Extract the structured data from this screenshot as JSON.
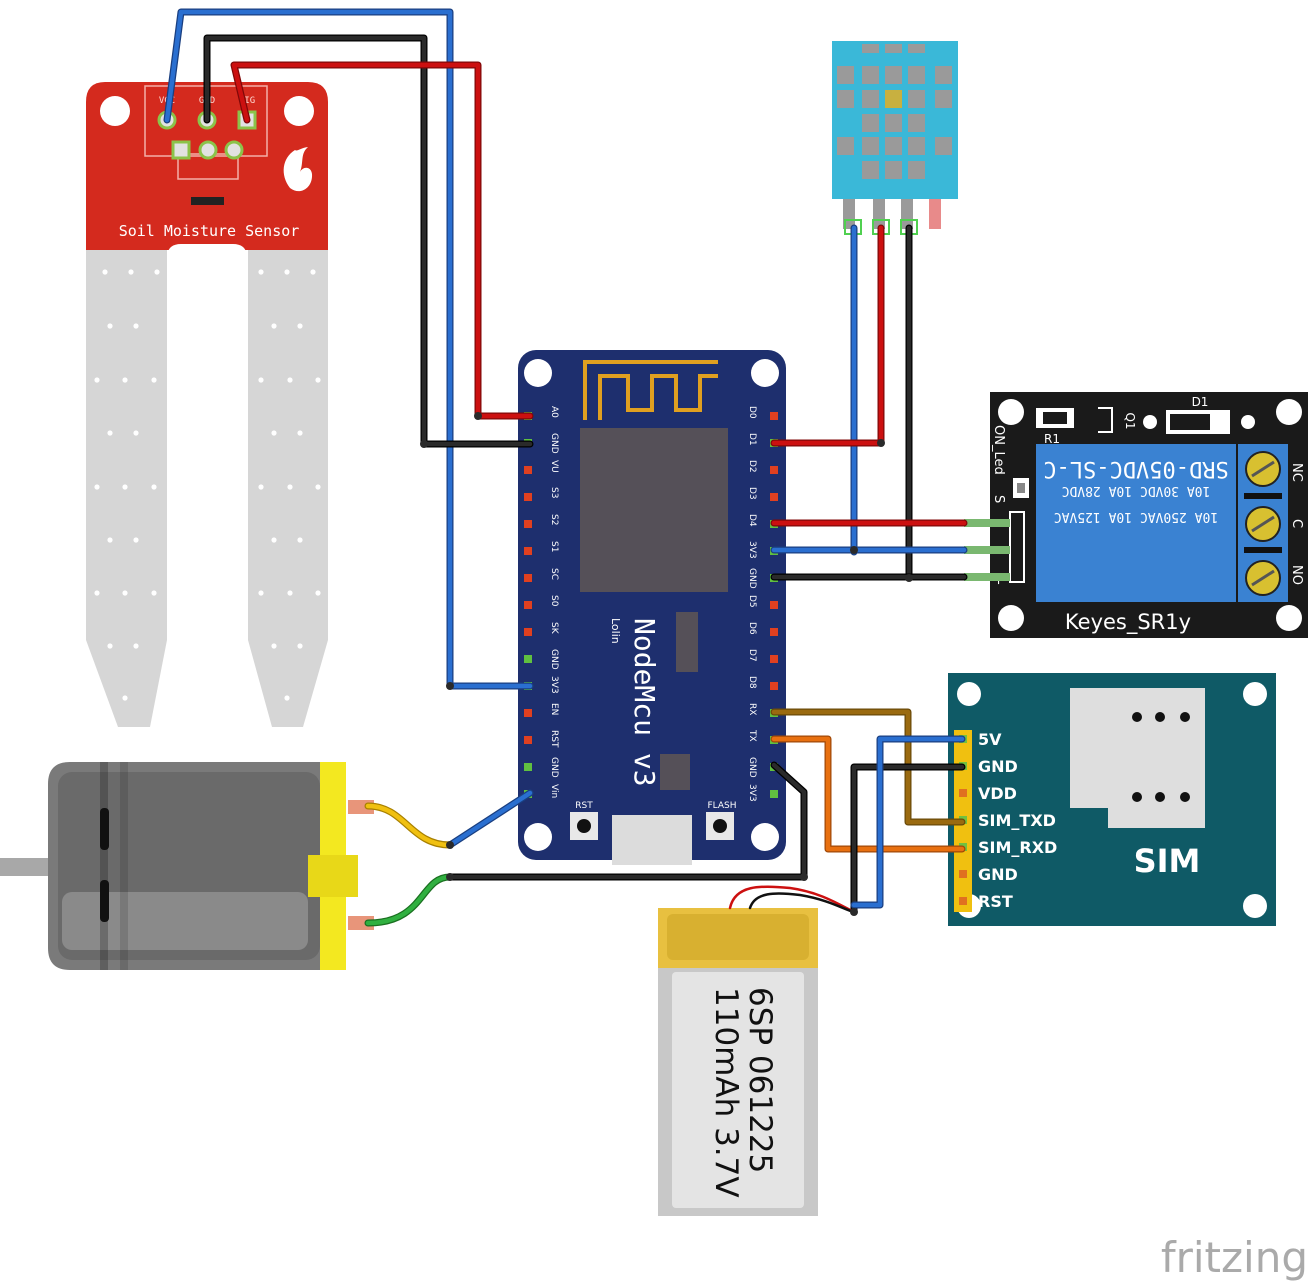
{
  "soil_sensor": {
    "title": "Soil Moisture Sensor",
    "pin_vcc": "VCC",
    "pin_gnd": "GND",
    "pin_sig": "SIG"
  },
  "nodemcu": {
    "name": "NodeMcu  v3",
    "vendor": "Lolin",
    "left_pins": [
      "A0",
      "GND",
      "VU",
      "S3",
      "S2",
      "S1",
      "SC",
      "S0",
      "SK",
      "GND",
      "3V3",
      "EN",
      "RST",
      "GND",
      "Vin"
    ],
    "right_pins": [
      "D0",
      "D1",
      "D2",
      "D3",
      "D4",
      "3V3",
      "GND",
      "D5",
      "D6",
      "D7",
      "D8",
      "RX",
      "TX",
      "GND",
      "3V3"
    ],
    "rst_label": "RST",
    "flash_label": "FLASH"
  },
  "relay": {
    "model_line": "SRD-05VDC-SL-C",
    "rating_1": "10A 30VDC 10A 28VDC",
    "rating_2": "10A 250VAC 10A 125VAC",
    "name": "Keyes_SR1y",
    "led_label": "ON_Led",
    "pin_s": "S",
    "pin_minus": "-",
    "r1": "R1",
    "q1": "Q1",
    "d1": "D1",
    "term_nc": "NC",
    "term_c": "C",
    "term_no": "NO"
  },
  "sim_module": {
    "label": "SIM",
    "pins": [
      "5V",
      "GND",
      "VDD",
      "SIM_TXD",
      "SIM_RXD",
      "GND",
      "RST"
    ]
  },
  "battery": {
    "line1": "6SP 061225",
    "line2": "110mAh 3.7V"
  },
  "watermark": "fritzing",
  "colors": {
    "wire_red": "#cc1010",
    "wire_black": "#1a1a1a",
    "wire_blue": "#2a6fd0",
    "wire_orange": "#e87010",
    "wire_brown": "#9a6a10",
    "wire_yellow": "#f0c010",
    "wire_green": "#30b040",
    "soil_red": "#d42a1e",
    "nodemcu_blue": "#1e2f6e",
    "sim_teal": "#0f5a66",
    "relay_blue": "#3a82d2",
    "dht_cyan": "#3ab8d8"
  }
}
